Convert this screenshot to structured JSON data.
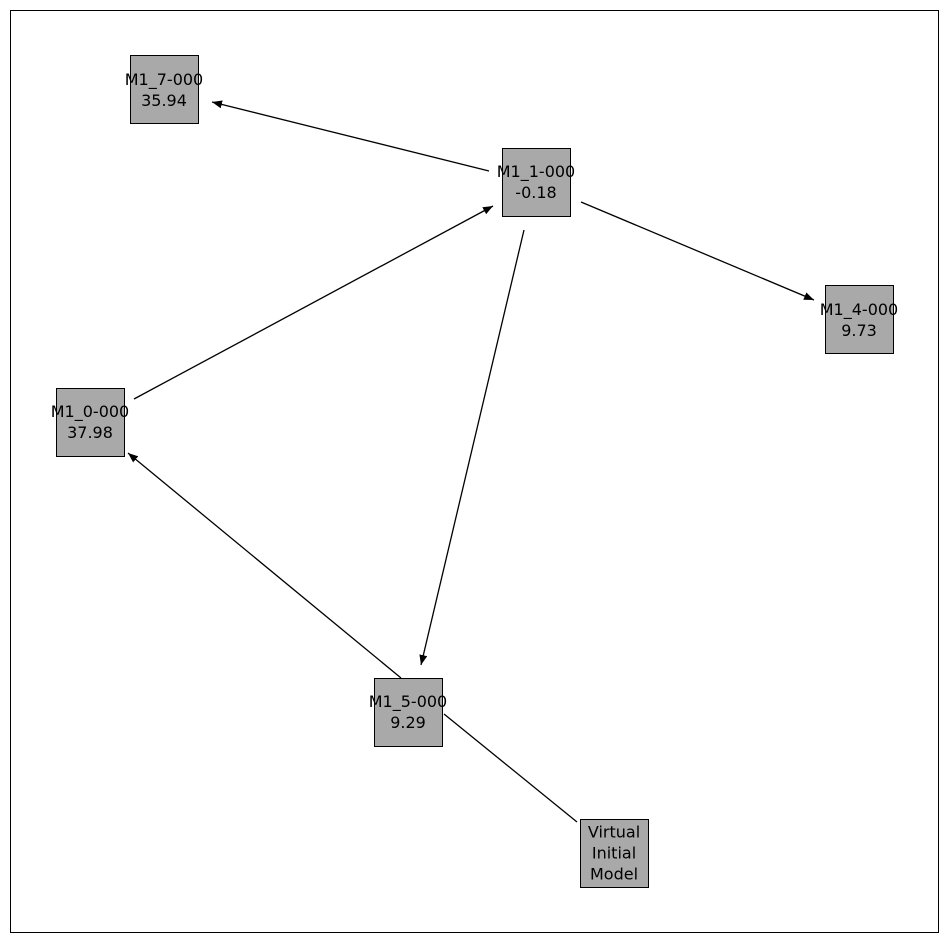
{
  "colors": {
    "node_fill": "#a9a9a9",
    "node_border": "#000000",
    "edge": "#000000",
    "frame": "#000000",
    "background": "#ffffff"
  },
  "nodes": [
    {
      "id": "m1_7",
      "name": "M1_7-000",
      "value": "35.94"
    },
    {
      "id": "m1_1",
      "name": "M1_1-000",
      "value": "-0.18"
    },
    {
      "id": "m1_4",
      "name": "M1_4-000",
      "value": "9.73"
    },
    {
      "id": "m1_0",
      "name": "M1_0-000",
      "value": "37.98"
    },
    {
      "id": "m1_5",
      "name": "M1_5-000",
      "value": "9.29"
    },
    {
      "id": "virtual",
      "name": "Virtual",
      "value": "Initial",
      "extra": "Model"
    }
  ],
  "edges": [
    {
      "from": "m1_1",
      "to": "m1_7",
      "directed": true
    },
    {
      "from": "m1_1",
      "to": "m1_4",
      "directed": true
    },
    {
      "from": "m1_0",
      "to": "m1_1",
      "directed": true
    },
    {
      "from": "m1_1",
      "to": "m1_5",
      "directed": true
    },
    {
      "from": "m1_5",
      "to": "m1_0",
      "directed": true
    },
    {
      "from": "virtual",
      "to": "m1_5",
      "directed": false
    }
  ]
}
